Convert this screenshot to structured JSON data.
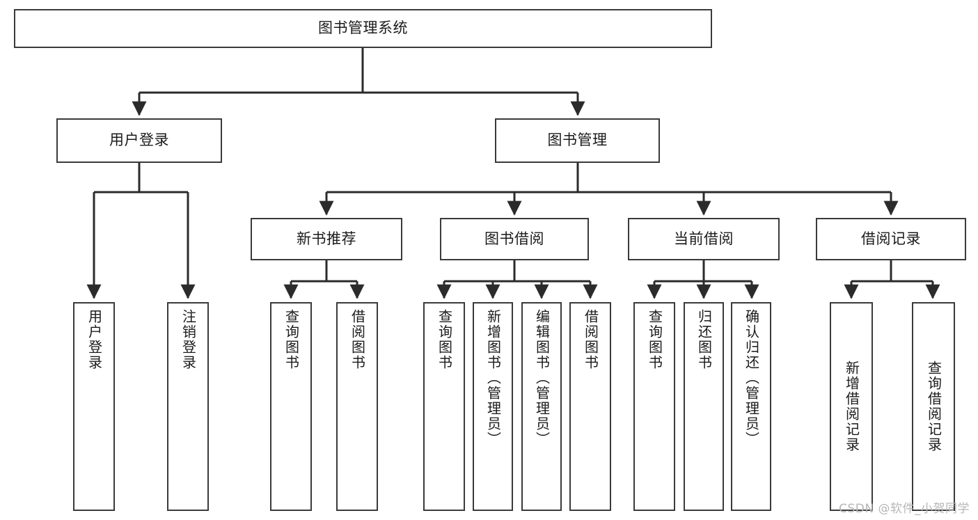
{
  "diagram": {
    "type": "tree-hierarchy",
    "title": "图书管理系统",
    "watermark": "CSDN @软件_小贺同学",
    "colors": {
      "border": "#3a3a3a",
      "text": "#1b1b1b",
      "background": "#ffffff",
      "edge": "#2b2b2b",
      "watermark": "#b6b6b6"
    },
    "levels": {
      "root": {
        "label": "图书管理系统"
      },
      "level1": [
        {
          "id": "user-login",
          "label": "用户登录"
        },
        {
          "id": "book-management",
          "label": "图书管理"
        }
      ],
      "level2": [
        {
          "id": "new-book-recommend",
          "label": "新书推荐",
          "parent": "book-management"
        },
        {
          "id": "book-borrow",
          "label": "图书借阅",
          "parent": "book-management"
        },
        {
          "id": "current-borrow",
          "label": "当前借阅",
          "parent": "book-management"
        },
        {
          "id": "borrow-record",
          "label": "借阅记录",
          "parent": "book-management"
        }
      ],
      "leaves": [
        {
          "id": "leaf-user-login",
          "label": "用户登录",
          "parent": "user-login"
        },
        {
          "id": "leaf-user-logout",
          "label": "注销登录",
          "parent": "user-login"
        },
        {
          "id": "leaf-query-book-1",
          "label": "查询图书",
          "parent": "new-book-recommend"
        },
        {
          "id": "leaf-borrow-book-1",
          "label": "借阅图书",
          "parent": "new-book-recommend"
        },
        {
          "id": "leaf-query-book-2",
          "label": "查询图书",
          "parent": "book-borrow"
        },
        {
          "id": "leaf-add-book",
          "label": "新增图书（管理员）",
          "parent": "book-borrow"
        },
        {
          "id": "leaf-edit-book",
          "label": "编辑图书（管理员）",
          "parent": "book-borrow"
        },
        {
          "id": "leaf-borrow-book-2",
          "label": "借阅图书",
          "parent": "book-borrow"
        },
        {
          "id": "leaf-query-book-3",
          "label": "查询图书",
          "parent": "current-borrow"
        },
        {
          "id": "leaf-return-book",
          "label": "归还图书",
          "parent": "current-borrow"
        },
        {
          "id": "leaf-confirm-return",
          "label": "确认归还（管理员）",
          "parent": "current-borrow"
        },
        {
          "id": "leaf-add-record",
          "label": "新增借阅记录",
          "parent": "borrow-record"
        },
        {
          "id": "leaf-query-record",
          "label": "查询借阅记录",
          "parent": "borrow-record"
        }
      ]
    }
  }
}
